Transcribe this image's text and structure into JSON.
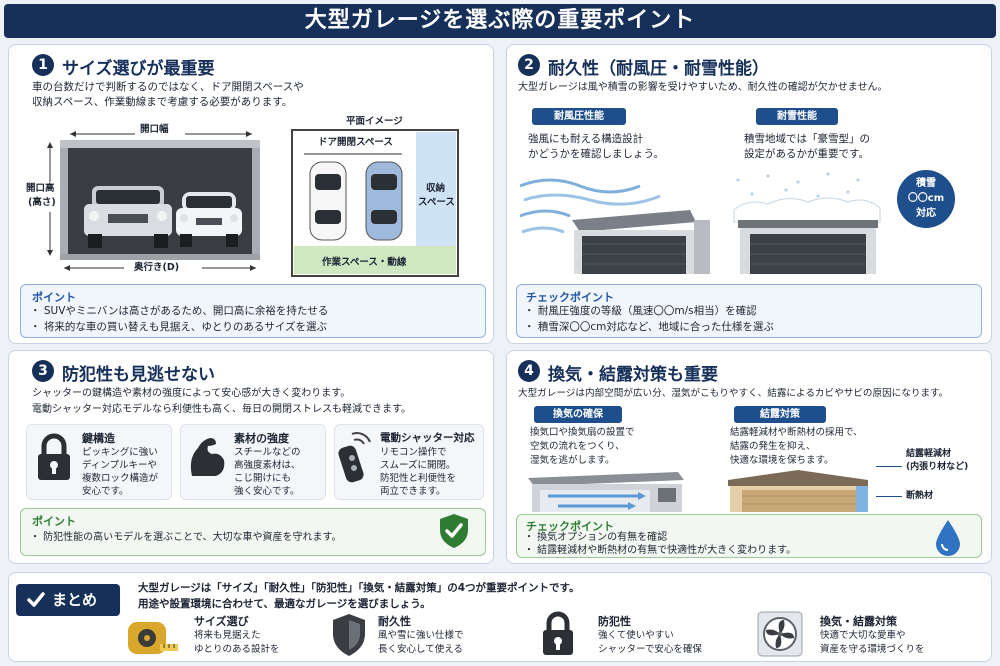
{
  "title": "大型ガレージを選ぶ際の重要ポイント",
  "s1": {
    "num": "1",
    "title": "サイズ選びが最重要",
    "desc": [
      "車の台数だけで判断するのではなく、ドア開閉スペースや",
      "収納スペース、作業動線まで考慮する必要があります。"
    ],
    "labels": {
      "width": "開口幅",
      "height": "開口高",
      "height2": "(高さ)",
      "depth": "奥行き(D)",
      "plan": "平面イメージ",
      "door": "ドア開閉スペース",
      "storage": "収納",
      "storage2": "スペース",
      "work": "作業スペース・動線"
    },
    "point_title": "ポイント",
    "points": [
      "・ SUVやミニバンは高さがあるため、開口高に余裕を持たせる",
      "・ 将来的な車の買い替えも見据え、ゆとりのあるサイズを選ぶ"
    ]
  },
  "s2": {
    "num": "2",
    "title": "耐久性（耐風圧・耐雪性能）",
    "desc": "大型ガレージは風や積雪の影響を受けやすいため、耐久性の確認が欠かせません。",
    "wind_label": "耐風圧性能",
    "wind_text": [
      "強風にも耐える構造設計",
      "かどうかを確認しましょう。"
    ],
    "snow_label": "耐雪性能",
    "snow_text": [
      "積雪地域では「豪雪型」の",
      "設定があるかが重要です。"
    ],
    "badge": [
      "積雪",
      "〇〇cm",
      "対応"
    ],
    "check_title": "チェックポイント",
    "checks": [
      "・ 耐風圧強度の等級（風速〇〇m/s相当）を確認",
      "・ 積雪深〇〇cm対応など、地域に合った仕様を選ぶ"
    ]
  },
  "s3": {
    "num": "3",
    "title": "防犯性も見逃せない",
    "desc": [
      "シャッターの鍵構造や素材の強度によって安心感が大きく変わります。",
      "電動シャッター対応モデルなら利便性も高く、毎日の開閉ストレスも軽減できます。"
    ],
    "features": [
      {
        "title": "鍵構造",
        "text": [
          "ピッキングに強い",
          "ディンプルキーや",
          "複数ロック構造が",
          "安心です。"
        ]
      },
      {
        "title": "素材の強度",
        "text": [
          "スチールなどの",
          "高強度素材は、",
          "こじ開けにも",
          "強く安心です。"
        ]
      },
      {
        "title": "電動シャッター対応",
        "text": [
          "リモコン操作で",
          "スムーズに開閉。",
          "防犯性と利便性を",
          "両立できます。"
        ]
      }
    ],
    "point_title": "ポイント",
    "point": "・ 防犯性能の高いモデルを選ぶことで、大切な車や資産を守れます。"
  },
  "s4": {
    "num": "4",
    "title": "換気・結露対策も重要",
    "desc": "大型ガレージは内部空間が広い分、湿気がこもりやすく、結露によるカビやサビの原因になります。",
    "vent_label": "換気の確保",
    "vent_text": [
      "換気口や換気扇の設置で",
      "空気の流れをつくり、",
      "湿気を逃がします。"
    ],
    "cond_label": "結露対策",
    "cond_text": [
      "結露軽減材や断熱材の採用で、",
      "結露の発生を抑え、",
      "快適な環境を保ちます。"
    ],
    "material": [
      "結露軽減材",
      "(内張り材など)"
    ],
    "insul": "断熱材",
    "check_title": "チェックポイント",
    "checks": [
      "・ 換気オプションの有無を確認",
      "・ 結露軽減材や断熱材の有無で快適性が大きく変わります。"
    ]
  },
  "summary": {
    "label": "まとめ",
    "text": [
      "大型ガレージは「サイズ」「耐久性」「防犯性」「換気・結露対策」の4つが重要ポイントです。",
      "用途や設置環境に合わせて、最適なガレージを選びましょう。"
    ],
    "items": [
      {
        "title": "サイズ選び",
        "text": [
          "将来も見据えた",
          "ゆとりのある設計を"
        ]
      },
      {
        "title": "耐久性",
        "text": [
          "風や雪に強い仕様で",
          "長く安心して使える"
        ]
      },
      {
        "title": "防犯性",
        "text": [
          "強くて使いやすい",
          "シャッターで安心を確保"
        ]
      },
      {
        "title": "換気・結露対策",
        "text": [
          "快適で大切な愛車や",
          "資産を守る環境づくりを"
        ]
      }
    ]
  }
}
